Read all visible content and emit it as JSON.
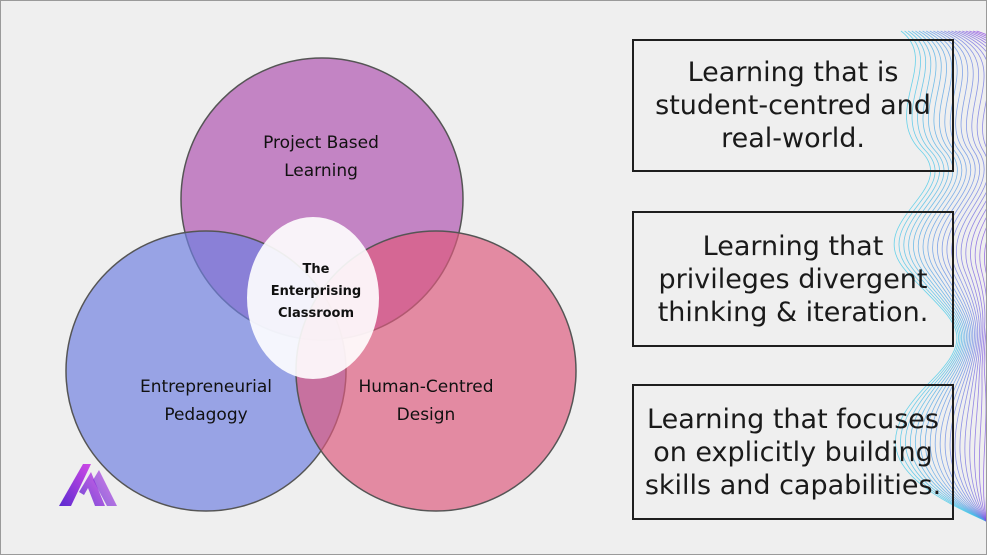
{
  "venn": {
    "top_label": "Project Based\nLearning",
    "left_label": "Entrepreneurial\nPedagogy",
    "right_label": "Human-Centred\nDesign",
    "center_label": "The\nEnterprising\nClassroom",
    "colors": {
      "top": "#b85cb8",
      "left": "#7b86e2",
      "right": "#de6a88",
      "center": "#ffffff"
    }
  },
  "boxes": [
    {
      "text": "Learning that is student-centred and real-world."
    },
    {
      "text": "Learning that privileges divergent thinking & iteration."
    },
    {
      "text": "Learning that focuses on explicitly building skills and capabilities."
    }
  ],
  "decor": {
    "wave_colors": [
      "#3cc8e8",
      "#8a3ce0"
    ],
    "logo_colors": [
      "#6a2fd6",
      "#c040e0"
    ]
  }
}
